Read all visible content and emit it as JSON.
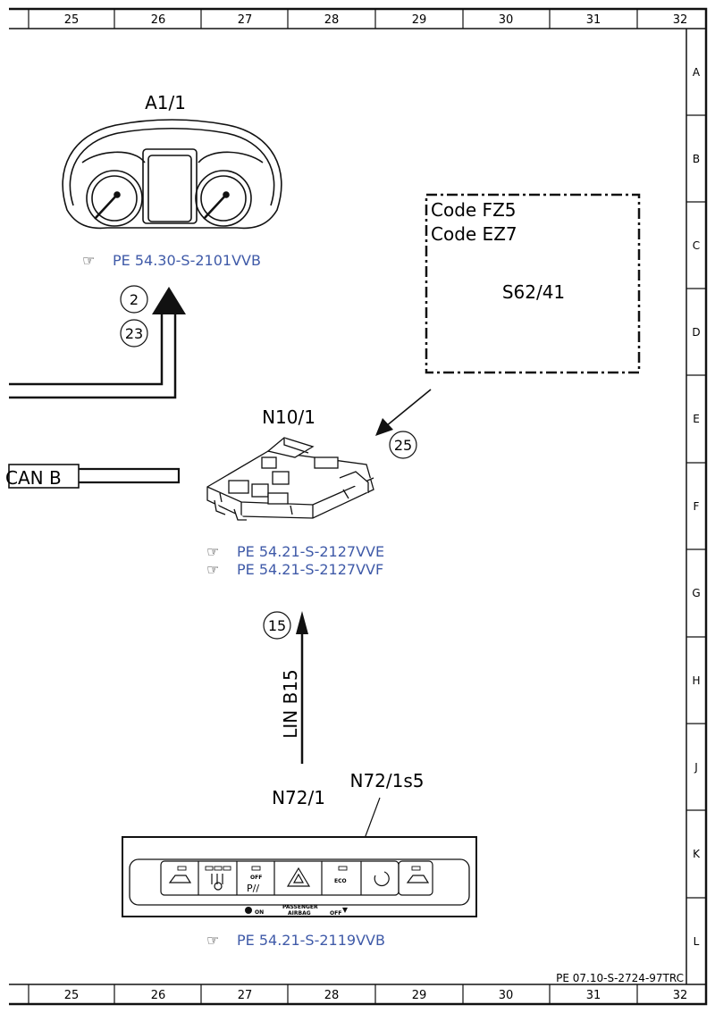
{
  "grid": {
    "columns": [
      "25",
      "26",
      "27",
      "28",
      "29",
      "30",
      "31",
      "32"
    ],
    "rows": [
      "A",
      "B",
      "C",
      "D",
      "E",
      "F",
      "G",
      "H",
      "J",
      "K",
      "L"
    ]
  },
  "components": {
    "a1_1": {
      "label": "A1/1",
      "ref": "PE 54.30-S-2101VVB"
    },
    "n10_1": {
      "label": "N10/1",
      "refs": [
        "PE 54.21-S-2127VVE",
        "PE 54.21-S-2127VVF"
      ]
    },
    "n72_1": {
      "label": "N72/1",
      "ref": "PE 54.21-S-2119VVB"
    },
    "n72_1s5": {
      "label": "N72/1s5"
    },
    "s62_41": {
      "code_lines": [
        "Code FZ5",
        "Code EZ7"
      ],
      "label": "S62/41"
    }
  },
  "wires": {
    "can_b": "CAN B",
    "lin_b15": "LIN B15"
  },
  "connectors": [
    "2",
    "23",
    "25",
    "15"
  ],
  "panel_text": {
    "off1": "OFF",
    "off2": "OFF",
    "eco": "ECO",
    "on": "ON",
    "passenger": "PASSENGER",
    "airbag": "AIRBAG"
  },
  "footer": "PE 07.10-S-2724-97TRC"
}
